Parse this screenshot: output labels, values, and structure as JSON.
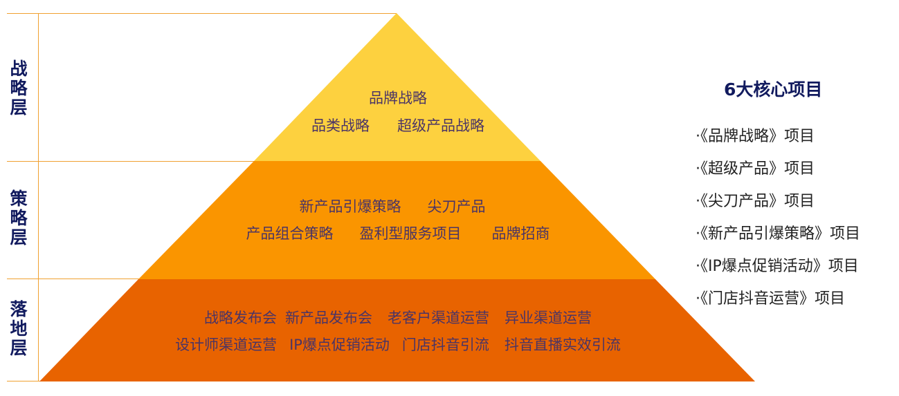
{
  "layers": [
    {
      "label": "战略层",
      "rows": [
        [
          "品牌战略"
        ],
        [
          "品类战略",
          "超级产品战略"
        ]
      ]
    },
    {
      "label": "策略层",
      "rows": [
        [
          "新产品引爆策略",
          "尖刀产品"
        ],
        [
          "产品组合策略",
          "盈利型服务项目",
          "品牌招商"
        ]
      ]
    },
    {
      "label": "落地层",
      "rows": [
        [
          "战略发布会",
          "新产品发布会",
          "老客户渠道运营",
          "异业渠道运营"
        ],
        [
          "设计师渠道运营",
          "IP爆点促销活动",
          "门店抖音引流",
          "抖音直播实效引流"
        ]
      ]
    }
  ],
  "colors": {
    "top": "#FDD13F",
    "middle": "#FA9500",
    "bottom": "#E86300",
    "line": "#F0A030"
  },
  "side": {
    "title": "6大核心项目",
    "items": [
      "·《品牌战略》项目",
      "·《超级产品》项目",
      "·《尖刀产品》项目",
      "·《新产品引爆策略》项目",
      "·《IP爆点促销活动》项目",
      "·《门店抖音运营》项目"
    ]
  }
}
